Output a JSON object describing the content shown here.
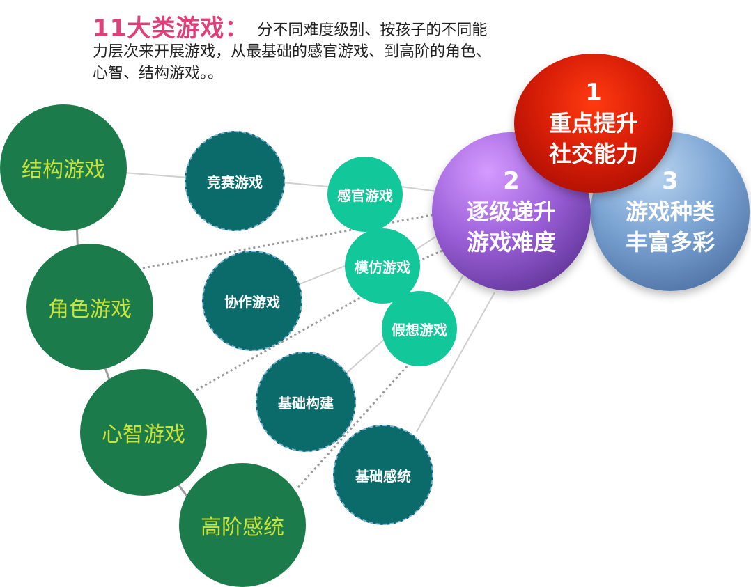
{
  "intro": {
    "headline": "11大类游戏：",
    "text": "分不同难度级别、按孩子的不同能力层次来开展游戏，从最基础的感官游戏、到高阶的角色、心智、结构游戏。。"
  },
  "goals": [
    {
      "num": "1",
      "line1": "重点提升",
      "line2": "社交能力"
    },
    {
      "num": "2",
      "line1": "逐级递升",
      "line2": "游戏难度"
    },
    {
      "num": "3",
      "line1": "游戏种类",
      "line2": "丰富多彩"
    }
  ],
  "categories": [
    "结构游戏",
    "角色游戏",
    "心智游戏",
    "高阶感统"
  ],
  "mid_games": [
    "竞赛游戏",
    "协作游戏",
    "基础构建",
    "基础感统"
  ],
  "small_games": [
    "感官游戏",
    "模仿游戏",
    "假想游戏"
  ],
  "colors": {
    "headline": "#e0407a",
    "category_fill": "#1b7b4a",
    "category_text": "#c8e33a",
    "mid_fill": "#0b6b6b",
    "small_fill": "#12c79a",
    "goal1": "#d81e08",
    "goal2": "#9b5fd8",
    "goal3": "#7aa3d2"
  }
}
